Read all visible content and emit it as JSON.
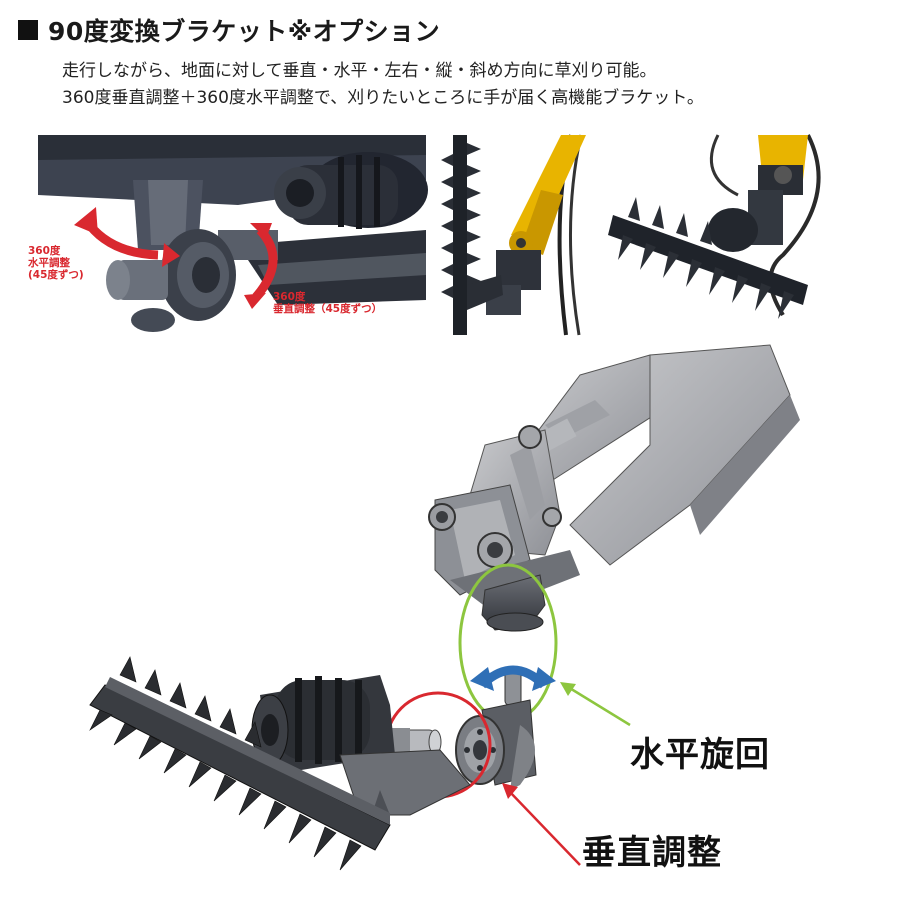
{
  "heading": {
    "title": "90度変換ブラケット※オプション"
  },
  "description": {
    "line1": "走行しながら、地面に対して垂直・水平・左右・縦・斜め方向に草刈り可能。",
    "line2": "360度垂直調整＋360度水平調整で、刈りたいところに手が届く高機能ブラケット。"
  },
  "photo1": {
    "label_horizontal": [
      "360度",
      "水平調整",
      "(45度ずつ)"
    ],
    "label_vertical": [
      "360度",
      "垂直調整（45度ずつ）"
    ]
  },
  "diagram": {
    "callout_horizontal": "水平旋回",
    "callout_vertical": "垂直調整"
  },
  "colors": {
    "accent_red": "#d9282f",
    "accent_green": "#8dc63f",
    "accent_blue": "#2f6fb6",
    "boom_yellow": "#e8b400"
  }
}
